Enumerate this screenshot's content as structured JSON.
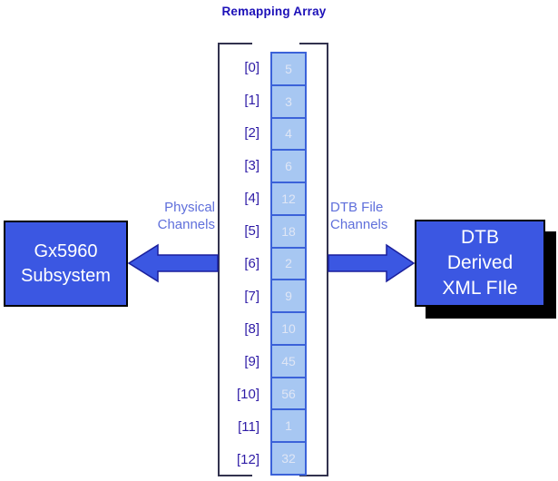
{
  "title": "Remapping Array",
  "array": {
    "rows": [
      {
        "index": "[0]",
        "value": "5"
      },
      {
        "index": "[1]",
        "value": "3"
      },
      {
        "index": "[2]",
        "value": "4"
      },
      {
        "index": "[3]",
        "value": "6"
      },
      {
        "index": "[4]",
        "value": "12"
      },
      {
        "index": "[5]",
        "value": "18"
      },
      {
        "index": "[6]",
        "value": "2"
      },
      {
        "index": "[7]",
        "value": "9"
      },
      {
        "index": "[8]",
        "value": "10"
      },
      {
        "index": "[9]",
        "value": "45"
      },
      {
        "index": "[10]",
        "value": "56"
      },
      {
        "index": "[11]",
        "value": "1"
      },
      {
        "index": "[12]",
        "value": "32"
      }
    ]
  },
  "left_box": {
    "line1": "Gx5960",
    "line2": "Subsystem"
  },
  "right_box": {
    "line1": "DTB",
    "line2": "Derived",
    "line3": "XML FIle"
  },
  "left_arrow_label": {
    "line1": "Physical",
    "line2": "Channels"
  },
  "right_arrow_label": {
    "line1": "DTB File",
    "line2": "Channels"
  },
  "colors": {
    "box_fill": "#3b57e2",
    "box_border": "#000000",
    "box_shadow": "#000000",
    "cell_fill": "#a7c7f2",
    "cell_border": "#3b62d9",
    "cell_value_text": "#dfe6f5",
    "arrow_fill": "#3b57e2",
    "arrow_outline": "#1a1f9c",
    "title_text": "#1c10b8",
    "index_text": "#2e1ba6",
    "arrow_label_text": "#5f6fdb",
    "bracket_line": "#32324e"
  }
}
